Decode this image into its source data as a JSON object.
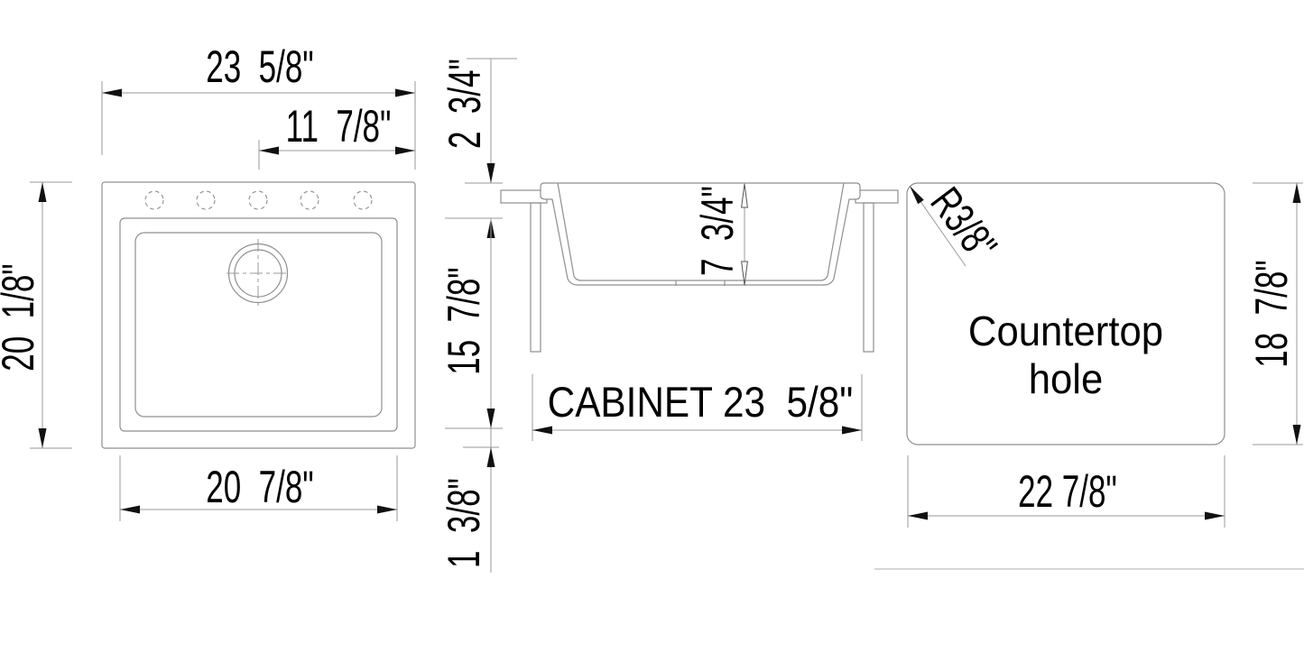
{
  "drawing": {
    "top_view": {
      "overall_width": "23  5/8\"",
      "drain_offset": "11  7/8\"",
      "overall_depth": "20  1/8\"",
      "bowl_width": "20  7/8\""
    },
    "section_view": {
      "rim_height": "2  3/4\"",
      "bowl_depth": "7  3/4\"",
      "under_counter_height": "15  7/8\"",
      "base_clearance": "1  3/8\"",
      "cabinet_label": "CABINET 23  5/8\""
    },
    "hole_view": {
      "corner_radius_label": "R3/8\"",
      "label_line1": "Countertop",
      "label_line2": "hole",
      "hole_depth": "18  7/8\"",
      "hole_width": "22 7/8\""
    },
    "colors": {
      "geometry_line": "#8f8f8f",
      "dimension_line": "#9a9a9a",
      "text": "#000000",
      "background": "#ffffff"
    }
  }
}
